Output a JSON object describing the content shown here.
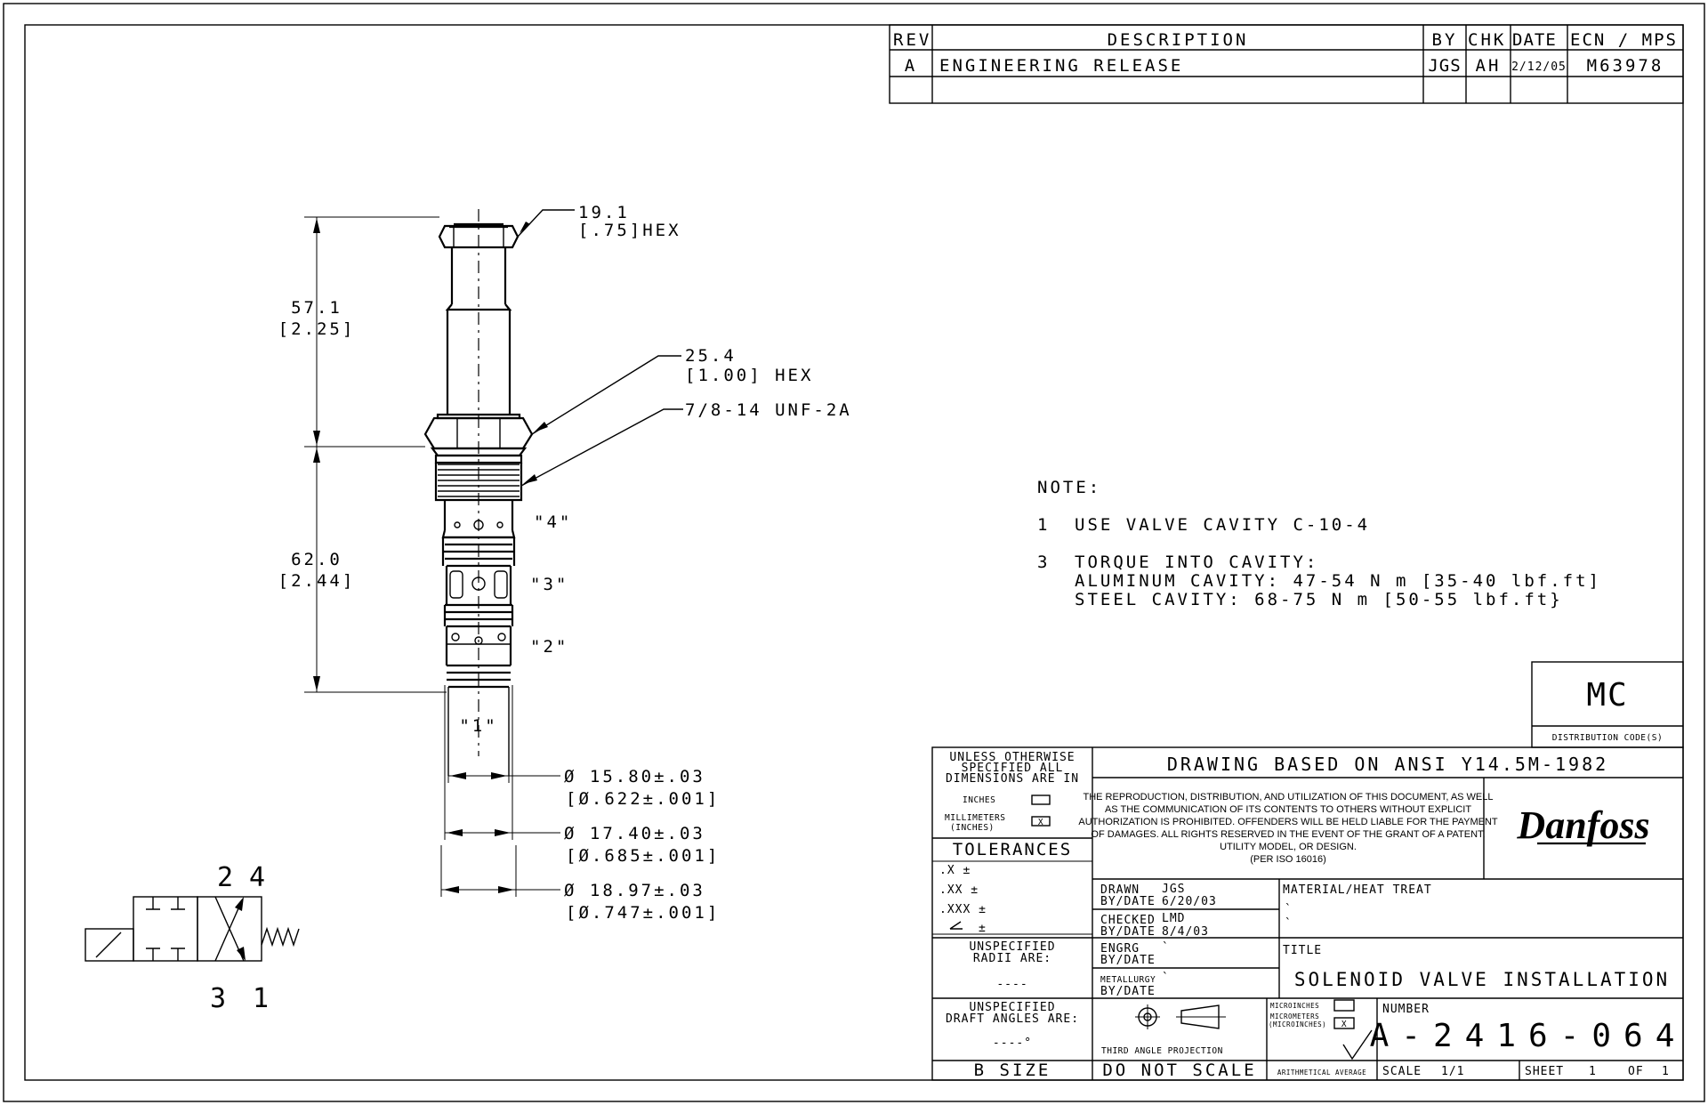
{
  "revision_block": {
    "headers": {
      "rev": "REV",
      "description": "DESCRIPTION",
      "by": "BY",
      "chk": "CHK",
      "date": "DATE",
      "ecn": "ECN / MPS"
    },
    "row": {
      "rev": "A",
      "description": "ENGINEERING RELEASE",
      "by": "JGS",
      "chk": "AH",
      "date": "2/12/05",
      "ecn": "M63978"
    }
  },
  "dimensions": {
    "hex_small": {
      "mm": "19.1",
      "in": "[.75]HEX"
    },
    "upper_length": {
      "mm": "57.1",
      "in": "[2.25]"
    },
    "hex_large": {
      "mm": "25.4",
      "in": "[1.00] HEX"
    },
    "thread": "7/8-14 UNF-2A",
    "lower_length": {
      "mm": "62.0",
      "in": "[2.44]"
    },
    "dia_1": {
      "mm": "Ø 15.80±.03",
      "in": "[Ø.622±.001]"
    },
    "dia_2": {
      "mm": "Ø 17.40±.03",
      "in": "[Ø.685±.001]"
    },
    "dia_3": {
      "mm": "Ø 18.97±.03",
      "in": "[Ø.747±.001]"
    }
  },
  "ports": {
    "p4": "\"4\"",
    "p3": "\"3\"",
    "p2": "\"2\"",
    "p1": "\"1\""
  },
  "schematic": {
    "top_left": "2",
    "top_right": "4",
    "bottom_left": "3",
    "bottom_right": "1"
  },
  "notes": {
    "heading": "NOTE:",
    "n1_num": "1",
    "n1_text": "USE VALVE CAVITY C-10-4",
    "n3_num": "3",
    "n3_line1": "TORQUE INTO CAVITY:",
    "n3_line2": "ALUMINUM CAVITY: 47-54 N m [35-40 lbf.ft]",
    "n3_line3": "STEEL CAVITY: 68-75 N m [50-55 lbf.ft}"
  },
  "distribution": {
    "code": "MC",
    "label": "DISTRIBUTION CODE(S)"
  },
  "title_block": {
    "unless_line1": "UNLESS OTHERWISE",
    "unless_line2": "SPECIFIED ALL",
    "unless_line3": "DIMENSIONS ARE IN",
    "inches": "INCHES",
    "millimeters_line1": "MILLIMETERS",
    "millimeters_line2": "(INCHES)",
    "mm_check": "X",
    "tolerances": "TOLERANCES",
    "tol_x": ".X   ±",
    "tol_xx": ".XX  ±",
    "tol_xxx": ".XXX ±",
    "tol_angle": "±",
    "radii_line1": "UNSPECIFIED",
    "radii_line2": "RADII ARE:",
    "radii_value": "----",
    "draft_line1": "UNSPECIFIED",
    "draft_line2": "DRAFT ANGLES ARE:",
    "draft_value": "----°",
    "size": "B SIZE",
    "ansi": "DRAWING BASED ON ANSI Y14.5M-1982",
    "legal": [
      "THE REPRODUCTION, DISTRIBUTION, AND UTILIZATION OF THIS DOCUMENT, AS WELL",
      "AS THE COMMUNICATION OF ITS CONTENTS TO OTHERS WITHOUT EXPLICIT",
      "AUTHORIZATION IS PROHIBITED. OFFENDERS WILL BE HELD LIABLE FOR THE PAYMENT",
      "OF DAMAGES.  ALL RIGHTS RESERVED IN THE EVENT OF THE GRANT OF A PATENT,",
      "UTILITY MODEL, OR DESIGN.",
      "(PER ISO 16016)"
    ],
    "logo": "Danfoss",
    "drawn_label1": "DRAWN",
    "drawn_label2": "BY/DATE",
    "drawn_by": "JGS",
    "drawn_date": "6/20/03",
    "checked_label1": "CHECKED",
    "checked_label2": "BY/DATE",
    "checked_by": "LMD",
    "checked_date": "8/4/03",
    "engrg_label1": "ENGRG",
    "engrg_label2": "BY/DATE",
    "engrg_value": "`",
    "metallurgy_label1": "METALLURGY",
    "metallurgy_label2": "BY/DATE",
    "metallurgy_value": "`",
    "material_label": "MATERIAL/HEAT TREAT",
    "material_value1": "`",
    "material_value2": "`",
    "title_label": "TITLE",
    "title": "SOLENOID VALVE INSTALLATION",
    "projection": "THIRD ANGLE PROJECTION",
    "do_not_scale": "DO NOT SCALE",
    "microinches": "MICROINCHES",
    "micrometers_line1": "MICROMETERS",
    "micrometers_line2": "(MICROINCHES)",
    "micro_check": "X",
    "arith": "ARITHMETICAL AVERAGE",
    "number_label": "NUMBER",
    "number": "A-2416-064",
    "scale_label": "SCALE",
    "scale": "1/1",
    "sheet_label": "SHEET",
    "sheet": "1",
    "of_label": "OF",
    "of": "1"
  }
}
